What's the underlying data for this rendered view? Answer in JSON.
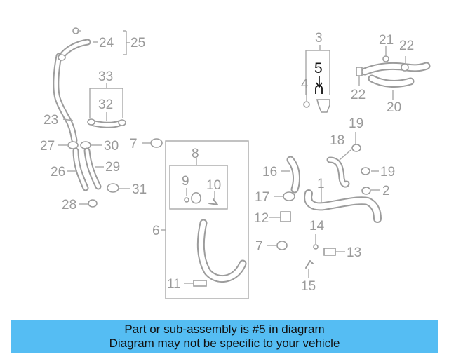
{
  "diagram": {
    "callouts": [
      "1",
      "2",
      "3",
      "4",
      "5",
      "6",
      "7",
      "7",
      "8",
      "9",
      "10",
      "11",
      "12",
      "13",
      "14",
      "15",
      "16",
      "17",
      "18",
      "19",
      "19",
      "20",
      "21",
      "22",
      "22",
      "23",
      "24",
      "25",
      "26",
      "27",
      "28",
      "29",
      "30",
      "31",
      "32",
      "33"
    ],
    "highlighted_callout": "5",
    "colors": {
      "parts": "#9c9c9c",
      "labels": "#9a9a9a",
      "highlight": "#111111",
      "banner": "#55bdf3"
    }
  },
  "banner": {
    "line1": "Part or sub-assembly is #5 in diagram",
    "line2": "Diagram may not be specific to your vehicle"
  }
}
